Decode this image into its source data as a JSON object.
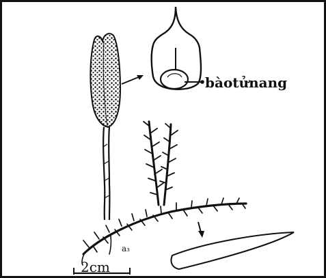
{
  "figure": {
    "labels": {
      "sporangium": "bàotửnang",
      "scale": "2cm",
      "small_mark": "a₃"
    },
    "colors": {
      "ink": "#111111",
      "background": "#ffffff"
    }
  }
}
